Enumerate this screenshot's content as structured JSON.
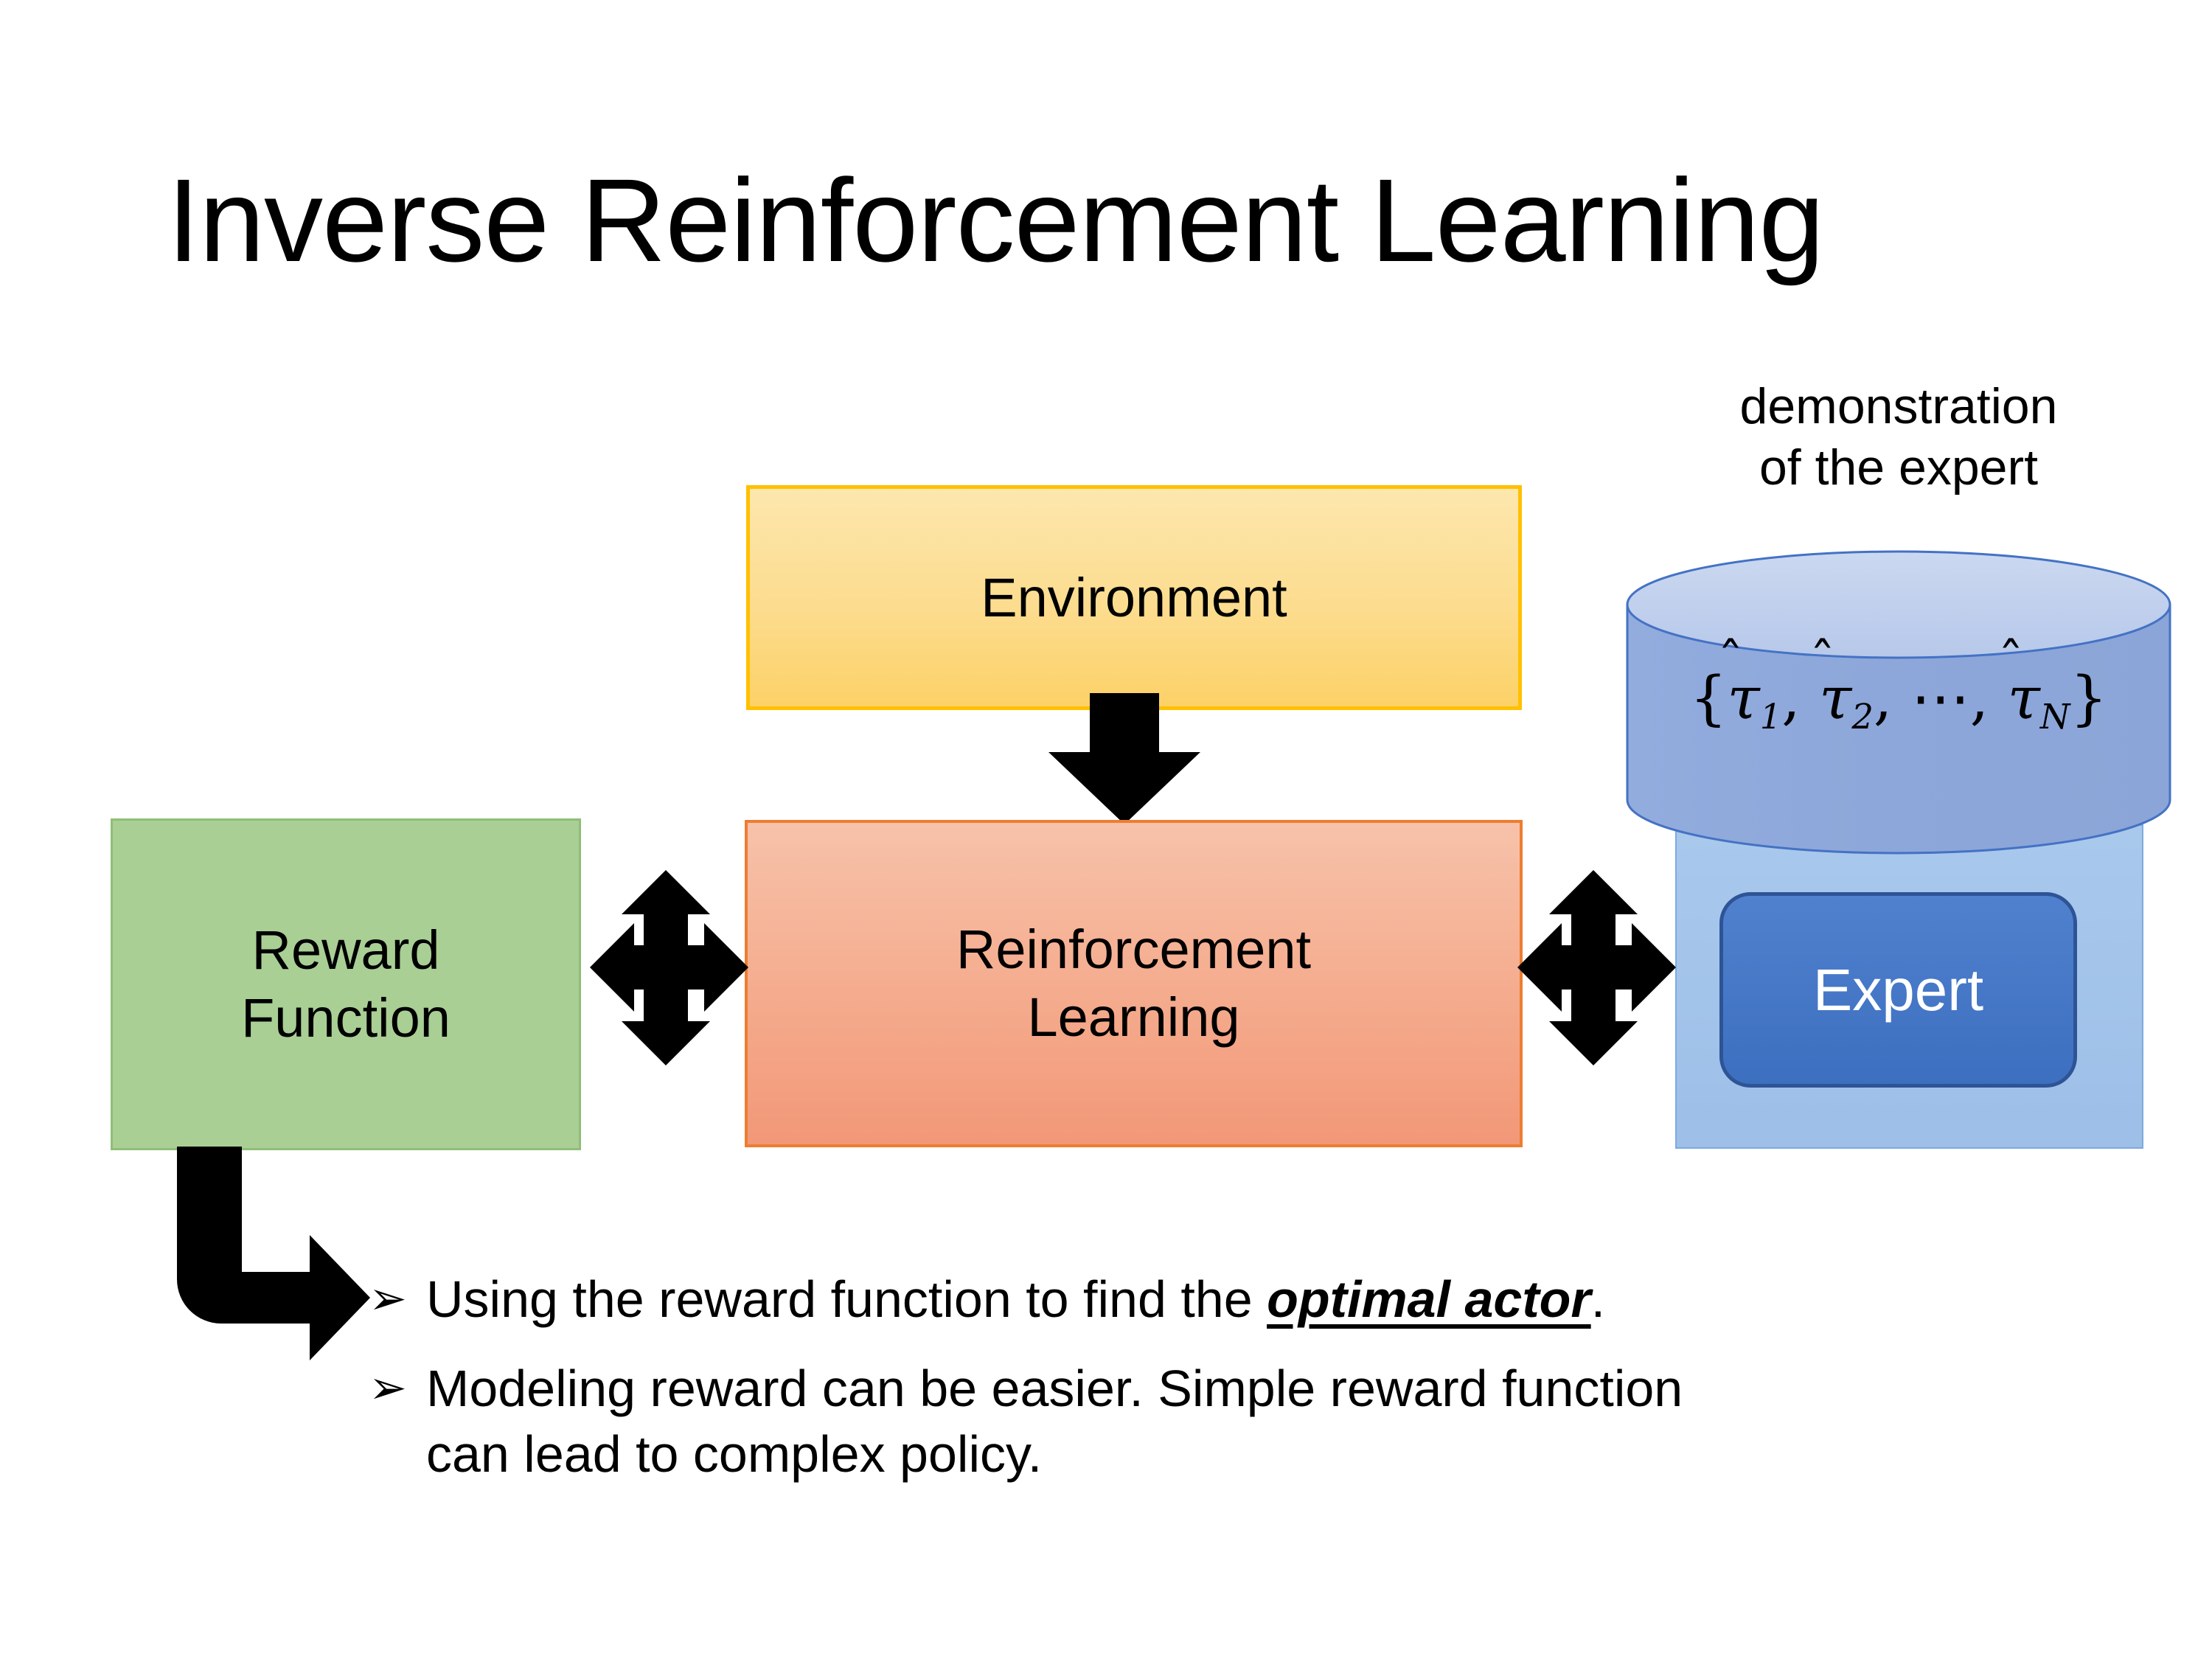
{
  "slide": {
    "title": "Inverse Reinforcement Learning",
    "background_color": "#FFFFFF"
  },
  "diagram": {
    "environment": {
      "label": "Environment",
      "fill_top": "#FDE7AE",
      "fill_bottom": "#FCD167",
      "border_color": "#FFC000"
    },
    "reinforcement_learning": {
      "line1": "Reinforcement",
      "line2": "Learning",
      "fill_top": "#F7C2AA",
      "fill_bottom": "#F29878",
      "border_color": "#ED7D31"
    },
    "reward_function": {
      "line1": "Reward",
      "line2": "Function",
      "fill": "#A9CF95",
      "border_color": "#8FBE78"
    },
    "expert_panel": {
      "caption_line1": "demonstration",
      "caption_line2": "of the expert",
      "container_fill": "#A9C8EC",
      "expert_label": "Expert",
      "expert_fill": "#4472C4",
      "expert_border": "#2E5496",
      "expert_text_color": "#FFFFFF"
    },
    "demonstration_set": {
      "open_brace": "{",
      "items": [
        {
          "symbol": "τ",
          "hat": "̂",
          "subscript": "1"
        },
        {
          "symbol": "τ",
          "hat": "̂",
          "subscript": "2"
        },
        {
          "symbol": "τ",
          "hat": "̂",
          "subscript": "N"
        }
      ],
      "ellipsis": "⋯",
      "separator": ", ",
      "close_brace": "}",
      "plain_text": "{τ̂1, τ̂2, ⋯, τ̂N}",
      "cylinder_fill": "#8FA9DC",
      "cylinder_top_fill": "#C4D3EE",
      "cylinder_stroke": "#4472C4"
    },
    "arrows": [
      {
        "name": "environment-to-rl",
        "direction": "down",
        "color": "#000000"
      },
      {
        "name": "reward-to-rl",
        "direction": "left-right-double",
        "color": "#000000"
      },
      {
        "name": "rl-to-expert",
        "direction": "left-right-double",
        "color": "#000000"
      },
      {
        "name": "reward-to-bullet",
        "direction": "elbow-down-right",
        "color": "#000000"
      }
    ]
  },
  "bullets": {
    "marker": "➢",
    "items": [
      {
        "prefix": "Using the reward function to find the ",
        "emphasis": "optimal actor",
        "suffix": "."
      },
      {
        "prefix": "Modeling reward can be easier. Simple reward function can lead to complex policy.",
        "emphasis": "",
        "suffix": ""
      }
    ]
  }
}
